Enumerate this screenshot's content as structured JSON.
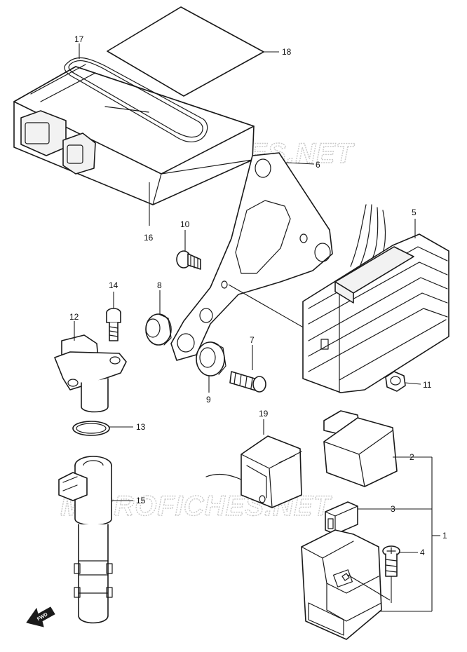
{
  "watermarks": {
    "top": "MICROFICHES.NET",
    "bottom": "MICROFICHES.NET"
  },
  "fwd_label": "FWD",
  "callouts": {
    "c1": "1",
    "c2": "2",
    "c3": "3",
    "c4": "4",
    "c5": "5",
    "c6": "6",
    "c7": "7",
    "c8": "8",
    "c9": "9",
    "c10": "10",
    "c11": "11",
    "c12": "12",
    "c13": "13",
    "c14": "14",
    "c15": "15",
    "c16": "16",
    "c17": "17",
    "c18": "18",
    "c19": "19"
  }
}
